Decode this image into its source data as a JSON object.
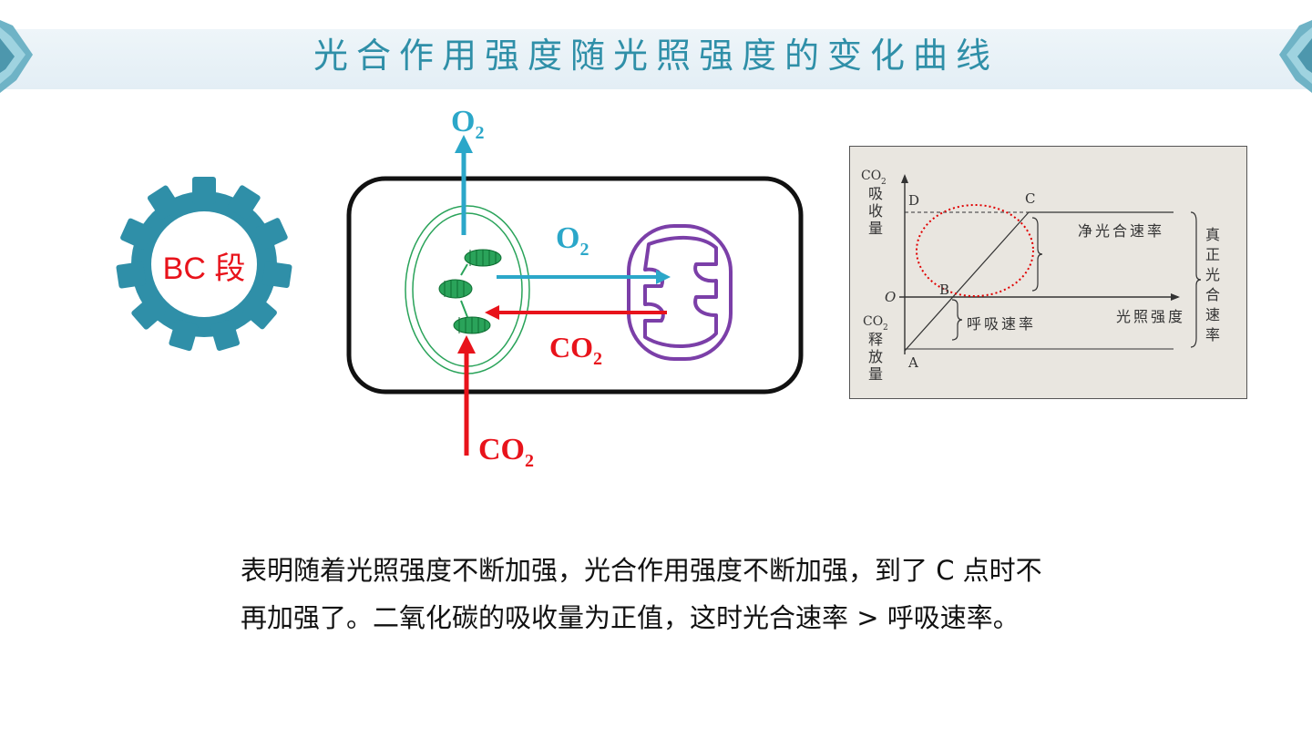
{
  "title": "光合作用强度随光照强度的变化曲线",
  "gear_label": "BC 段",
  "cell": {
    "o2_top": "O",
    "o2_top_sub": "2",
    "o2_mid": "O",
    "o2_mid_sub": "2",
    "co2_mid": "CO",
    "co2_mid_sub": "2",
    "co2_bottom": "CO",
    "co2_bottom_sub": "2"
  },
  "graph": {
    "y_top_label": [
      "CO",
      "2",
      "吸",
      "收",
      "量"
    ],
    "y_bottom_label": [
      "CO",
      "2",
      "释",
      "放",
      "量"
    ],
    "point_d": "D",
    "point_c": "C",
    "point_b": "B",
    "point_o": "O",
    "point_a": "A",
    "net_rate": "净光合速率",
    "resp_rate": "呼吸速率",
    "x_label": "光照强度",
    "true_rate": [
      "真",
      "正",
      "光",
      "合",
      "速",
      "率"
    ]
  },
  "colors": {
    "accent": "#2f8fa8",
    "o2_blue": "#2ba7c9",
    "co2_red": "#e8131b",
    "chloroplast": "#2aa35a",
    "mitochondria": "#7b3fa8",
    "highlight": "#e00000"
  },
  "caption": {
    "line1": "表明随着光照强度不断加强，光合作用强度不断加强，到了 C 点时不",
    "line2": "再加强了。二氧化碳的吸收量为正值，这时光合速率 > 呼吸速率。"
  }
}
